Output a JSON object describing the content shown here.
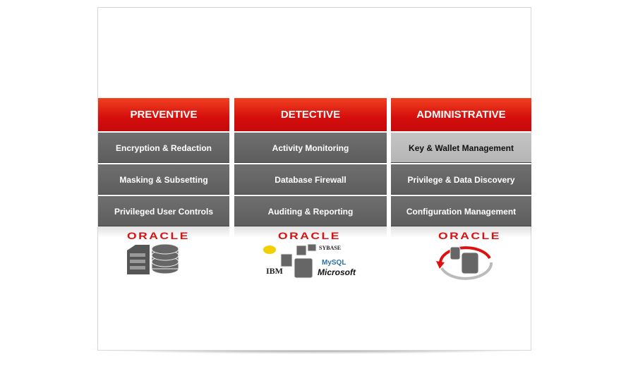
{
  "columns": [
    {
      "title": "PREVENTIVE",
      "items": [
        "Encryption & Redaction",
        "Masking & Subsetting",
        "Privileged User Controls"
      ],
      "logo": "ORACLE"
    },
    {
      "title": "DETECTIVE",
      "items": [
        "Activity Monitoring",
        "Database Firewall",
        "Auditing & Reporting"
      ],
      "logo": "ORACLE",
      "vendors": [
        "SYBASE",
        "MySQL",
        "IBM",
        "Microsoft"
      ]
    },
    {
      "title": "ADMINISTRATIVE",
      "items": [
        "Key & Wallet Management",
        "Privilege & Data Discovery",
        "Configuration Management"
      ],
      "logo": "ORACLE",
      "highlighted_item": "Key & Wallet Management"
    }
  ],
  "colors": {
    "header": "#d50d0d",
    "row": "#666666",
    "highlight": "#bdbdbd"
  }
}
